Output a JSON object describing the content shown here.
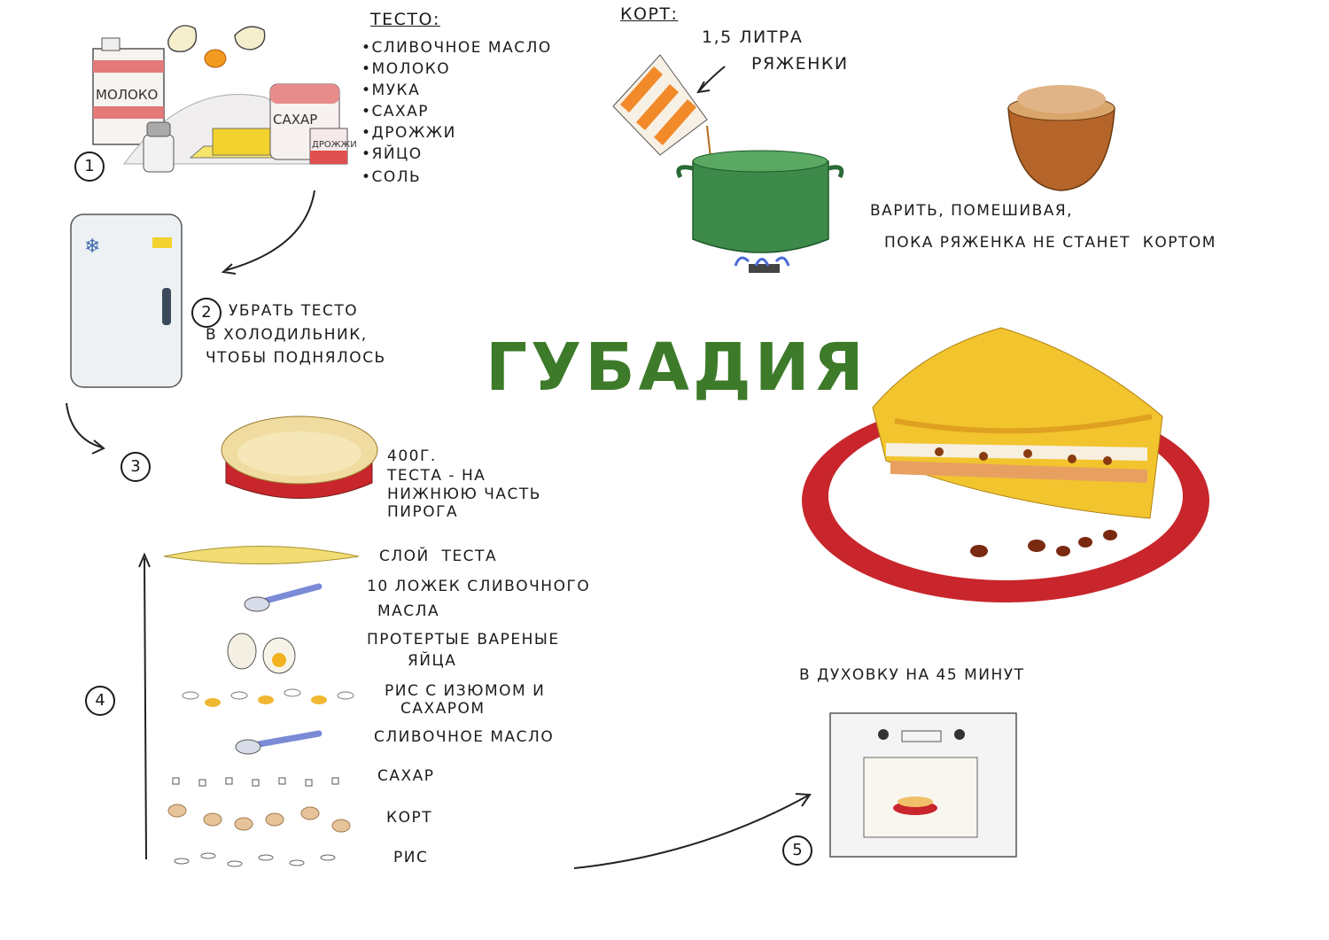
{
  "title": "ГУБАДИЯ",
  "dough": {
    "heading": "ТЕСТО:",
    "items": [
      "•СЛИВОЧНОЕ МАСЛО",
      "•МОЛОКО",
      "•МУКА",
      "•САХАР",
      "•ДРОЖЖИ",
      "•ЯЙЦО",
      "•СОЛЬ"
    ],
    "milk_label": "МОЛОКО",
    "sugar_label": "САХАР",
    "yeast_label": "ДРОЖЖИ"
  },
  "kort": {
    "heading": "КОРТ:",
    "amount_line1": "1,5 ЛИТРА",
    "amount_line2": "РЯЖЕНКИ",
    "instruction_line1": "ВАРИТЬ, ПОМЕШИВАЯ,",
    "instruction_line2": "ПОКА РЯЖЕНКА НЕ СТАНЕТ  КОРТОМ"
  },
  "steps": {
    "step1": "1",
    "step2": "2",
    "step2_text": [
      "УБРАТЬ ТЕСТО",
      "В ХОЛОДИЛЬНИК,",
      "ЧТОБЫ ПОДНЯЛОСЬ"
    ],
    "step3": "3",
    "step3_text": [
      "400Г.",
      "ТЕСТА - НА",
      "НИЖНЮЮ ЧАСТЬ",
      "ПИРОГА"
    ],
    "step4": "4",
    "step5": "5",
    "step5_text": "В ДУХОВКУ НА 45 МИНУТ"
  },
  "layers": [
    "СЛОЙ  ТЕСТА",
    "10 ЛОЖЕК СЛИВОЧНОГО",
    "МАСЛА",
    "ПРОТЕРТЫЕ ВАРЕНЫЕ",
    "ЯЙЦА",
    "РИС С ИЗЮМОМ И",
    "САХАРОМ",
    "СЛИВОЧНОЕ МАСЛО",
    "САХАР",
    "КОРТ",
    "РИС"
  ],
  "colors": {
    "title_green": "#3d7a29",
    "plate_red": "#c8262c",
    "butter_yellow": "#f2d22e",
    "pot_green": "#3e8a4a",
    "bowl_brown": "#b5652a"
  }
}
